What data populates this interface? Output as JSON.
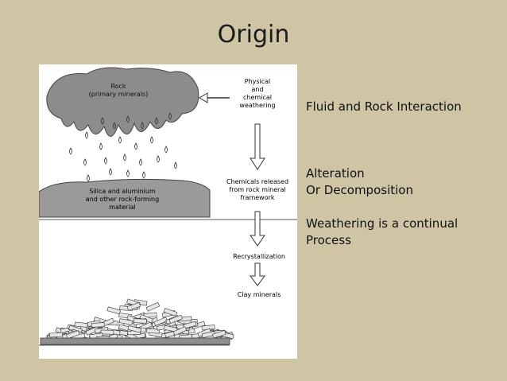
{
  "slide": {
    "title": "Origin"
  },
  "figure": {
    "rock_label_1": "Rock",
    "rock_label_2": "(primary minerals)",
    "weathering_label": [
      "Physical",
      "and",
      "chemical",
      "weathering"
    ],
    "material_label": [
      "Silica and aluminium",
      "and other rock-forming",
      "material"
    ],
    "released_label": [
      "Chemicals released",
      "from rock mineral",
      "framework"
    ],
    "recrystallization_label": "Recrystallization",
    "clay_label": "Clay minerals"
  },
  "notes": {
    "line1": "Fluid and Rock Interaction",
    "line2": "Alteration",
    "line3": "Or Decomposition",
    "line4": "Weathering is a continual",
    "line5": "Process"
  }
}
